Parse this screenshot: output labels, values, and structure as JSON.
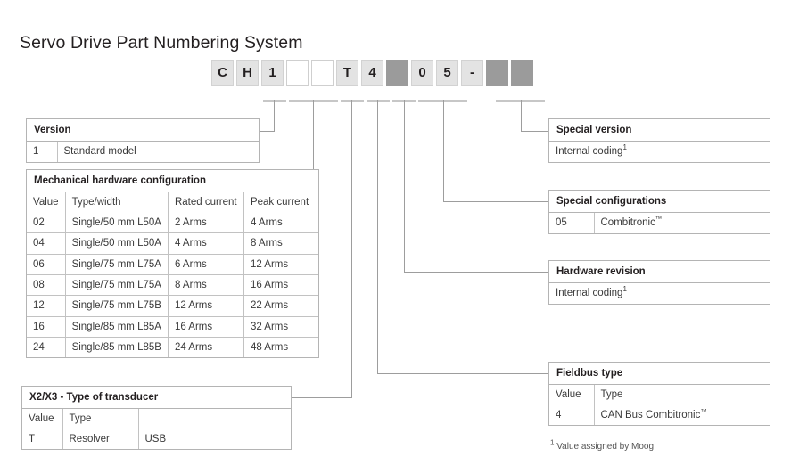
{
  "page_title": "Servo Drive Part Numbering System",
  "part_number": {
    "boxes": [
      {
        "label": "C",
        "style": "filled"
      },
      {
        "label": "H",
        "style": "filled"
      },
      {
        "label": "1",
        "style": "filled"
      },
      {
        "label": "",
        "style": "empty"
      },
      {
        "label": "",
        "style": "empty"
      },
      {
        "label": "T",
        "style": "filled"
      },
      {
        "label": "4",
        "style": "filled"
      },
      {
        "label": "",
        "style": "shaded"
      },
      {
        "label": "0",
        "style": "filled"
      },
      {
        "label": "5",
        "style": "filled"
      },
      {
        "label": "-",
        "style": "filled"
      },
      {
        "label": "",
        "style": "shaded"
      },
      {
        "label": "",
        "style": "shaded"
      }
    ]
  },
  "version_table": {
    "title": "Version",
    "rows": [
      [
        "1",
        "Standard model"
      ]
    ]
  },
  "mechanical_table": {
    "title": "Mechanical hardware configuration",
    "columns": [
      "Value",
      "Type/width",
      "Rated current",
      "Peak current"
    ],
    "rows": [
      [
        "02",
        "Single/50 mm L50A",
        "2 Arms",
        "4 Arms"
      ],
      [
        "04",
        "Single/50 mm L50A",
        "4 Arms",
        "8 Arms"
      ],
      [
        "06",
        "Single/75 mm L75A",
        "6 Arms",
        "12 Arms"
      ],
      [
        "08",
        "Single/75 mm L75A",
        "8 Arms",
        "16 Arms"
      ],
      [
        "12",
        "Single/75 mm L75B",
        "12 Arms",
        "22 Arms"
      ],
      [
        "16",
        "Single/85 mm L85A",
        "16 Arms",
        "32 Arms"
      ],
      [
        "24",
        "Single/85 mm L85B",
        "24 Arms",
        "48 Arms"
      ]
    ]
  },
  "transducer_table": {
    "title": "X2/X3 - Type of transducer",
    "columns": [
      "Value",
      "Type",
      ""
    ],
    "rows": [
      [
        "T",
        "Resolver",
        "USB"
      ]
    ]
  },
  "special_version_table": {
    "title": "Special version",
    "value": "Internal coding",
    "footnote_marker": "1"
  },
  "special_config_table": {
    "title": "Special configurations",
    "rows": [
      [
        "05",
        "Combitronic",
        "™"
      ]
    ]
  },
  "hardware_revision_table": {
    "title": "Hardware revision",
    "value": "Internal coding",
    "footnote_marker": "1"
  },
  "fieldbus_table": {
    "title": "Fieldbus type",
    "columns": [
      "Value",
      "Type"
    ],
    "rows": [
      [
        "4",
        "CAN Bus Combitronic",
        "™"
      ]
    ]
  },
  "footnote": {
    "marker": "1",
    "text": "Value assigned by Moog"
  },
  "colors": {
    "box_filled": "#e3e3e3",
    "box_shaded": "#9b9b9b",
    "line": "#9d9d9d",
    "border": "#b4b4b4"
  }
}
